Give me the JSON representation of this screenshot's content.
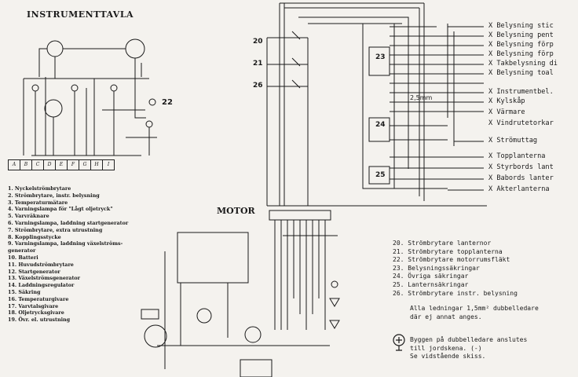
{
  "diagram": {
    "title_instrument": "INSTRUMENTTAVLA",
    "title_motor": "MOTOR",
    "ref_22": "22",
    "switch_labels": [
      "20",
      "21",
      "26"
    ],
    "box_labels": {
      "b23": "23",
      "b24": "24",
      "b25": "25"
    },
    "wire_size": "2,5mm",
    "terminal_letters": [
      "A",
      "B",
      "C",
      "D",
      "E",
      "F",
      "G",
      "H",
      "I"
    ]
  },
  "legend_left": [
    "1. Nyckelströmbrytare",
    "2. Strömbrytare, instr. belysning",
    "3. Temperaturmätare",
    "4. Varningslampa för \"Lågt oljetryck\"",
    "5. Varvräknare",
    "6. Varningslampa, laddning startgenerator",
    "7. Strömbrytare, extra utrustning",
    "8. Kopplingsstycke",
    "9. Varningslampa, laddning växelströms-",
    "   generator",
    "10. Batteri",
    "11. Huvudströmbrytare",
    "12. Startgenerator",
    "13. Växelströmsgenerator",
    "14. Laddningsregulator",
    "15. Säkring",
    "16. Temperaturgivare",
    "17. Varvtalsgivare",
    "18. Oljetrycksgivare",
    "19. Övr. el. utrustning"
  ],
  "outputs": [
    "X Belysning stic",
    "X Belysning pent",
    "X Belysning förp",
    "X Belysning förp",
    "X Takbelysning di",
    "X Belysning toal",
    "X Instrumentbel.",
    "X Kylskåp",
    "X Värmare",
    "X Vindrutetorkar",
    "X Strömuttag",
    "X Topplanterna",
    "X Styrbords lant",
    "X Babords lanter",
    "X Akterlanterna"
  ],
  "legend_right": [
    "20. Strömbrytare lanternor",
    "21. Strömbrytare topplanterna",
    "22. Strömbrytare motorrumsfläkt",
    "23. Belysningssäkringar",
    "24. Övriga säkringar",
    "25. Lanternsäkringar",
    "26. Strömbrytare instr. belysning"
  ],
  "note_wires": [
    "Alla ledningar 1,5mm² dubbelledare",
    "där ej annat anges."
  ],
  "note_hull": [
    "Byggen på dubbelledare anslutes",
    "till jordskena. (-)",
    "Se vidstående skiss."
  ],
  "ground_symbol": "+ −"
}
